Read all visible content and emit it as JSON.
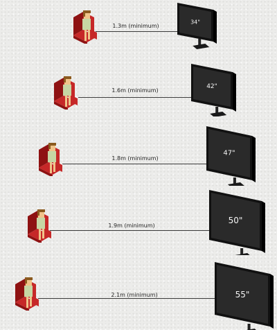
{
  "rows": [
    {
      "distance": "1.3m (minimum)",
      "tv_size": "34\""
    },
    {
      "distance": "1.6m (minimum)",
      "tv_size": "42\""
    },
    {
      "distance": "1.8m (minimum)",
      "tv_size": "47\""
    },
    {
      "distance": "1.9m (minimum)",
      "tv_size": "50\""
    },
    {
      "distance": "2.1m (minimum)",
      "tv_size": "55\""
    }
  ],
  "colors": {
    "chair": "#c62828",
    "chair_dark": "#8e1212",
    "person_shirt": "#c7d6a4",
    "person_skin": "#f0c48a",
    "person_hair": "#8b5a1e",
    "tv_screen": "#2a2a2a",
    "tv_frame": "#111111",
    "cable": "#3a3a3a"
  }
}
